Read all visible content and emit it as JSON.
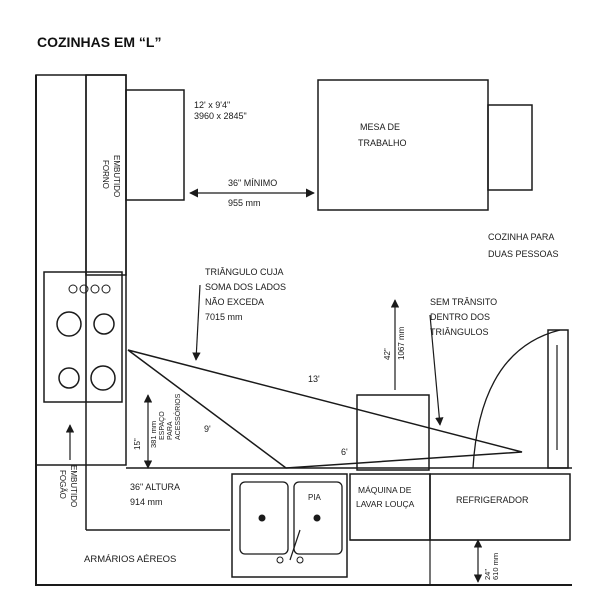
{
  "title": "COZINHAS EM “L”",
  "labels": {
    "forno_1": "FORNO",
    "forno_2": "EMBUTIDO",
    "dim_12x9_1": "12' x 9'4\"",
    "dim_12x9_2": "3960 x 2845\"",
    "mesa_1": "MESA DE",
    "mesa_2": "TRABALHO",
    "minimo_1": "36\" MÍNIMO",
    "minimo_2": "955 mm",
    "cozinha_1": "COZINHA PARA",
    "cozinha_2": "DUAS PESSOAS",
    "tri_1": "TRIÂNGULO CUJA",
    "tri_2": "SOMA DOS LADOS",
    "tri_3": "NÃO EXCEDA",
    "tri_4": "7015 mm",
    "sem_1": "SEM TRÂNSITO",
    "sem_2": "DENTRO DOS",
    "sem_3": "TRIÂNGULOS",
    "side_13": "13'",
    "side_9": "9'",
    "side_6": "6'",
    "dim_42": "42\"",
    "dim_1067": "1067 mm",
    "vert_15_1": "15\"",
    "vert_15_2": "381 mm",
    "vert_nota_1": "ESPAÇO",
    "vert_nota_2": "PARA",
    "vert_nota_3": "ACESSÓRIOS",
    "altura_1": "36\" ALTURA",
    "altura_2": "914 mm",
    "pia": "PIA",
    "maquina_1": "MÁQUINA DE",
    "maquina_2": "LAVAR LOUÇA",
    "refrigerador": "REFRIGERADOR",
    "fogao_1": "FOGÃO",
    "fogao_2": "EMBUTIDO",
    "armarios": "ARMÁRIOS AÉREOS",
    "dim_24_1": "24\"",
    "dim_24_2": "610 mm"
  }
}
